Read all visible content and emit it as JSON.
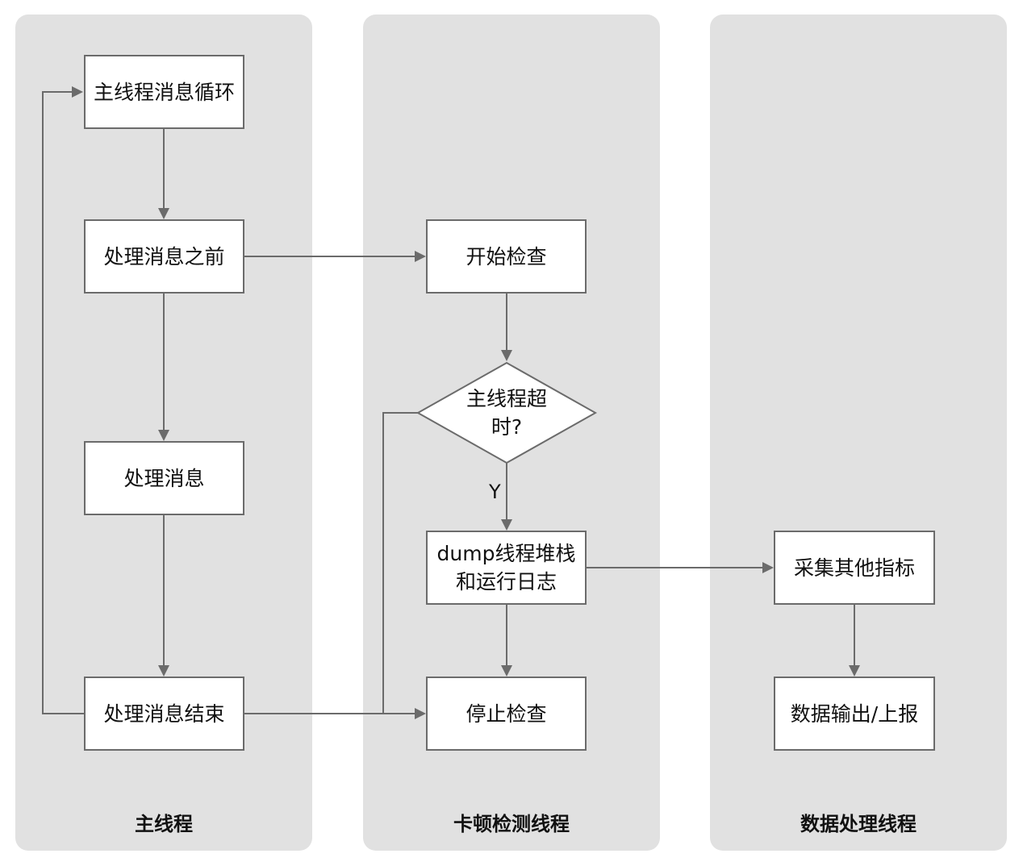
{
  "lanes": {
    "main": "主线程",
    "stall": "卡顿检测线程",
    "data": "数据处理线程"
  },
  "nodes": {
    "loop": "主线程消息循环",
    "before": "处理消息之前",
    "handle": "处理消息",
    "end": "处理消息结束",
    "start_check": "开始检查",
    "timeout": "主线程超时?",
    "dump": "dump线程堆栈和运行日志",
    "stop_check": "停止检查",
    "collect": "采集其他指标",
    "output": "数据输出/上报"
  },
  "edge_labels": {
    "yes": "Y"
  },
  "colors": {
    "lane_bg": "#e1e1e1",
    "line": "#6b6b6b",
    "box_border": "#6b6b6b"
  }
}
